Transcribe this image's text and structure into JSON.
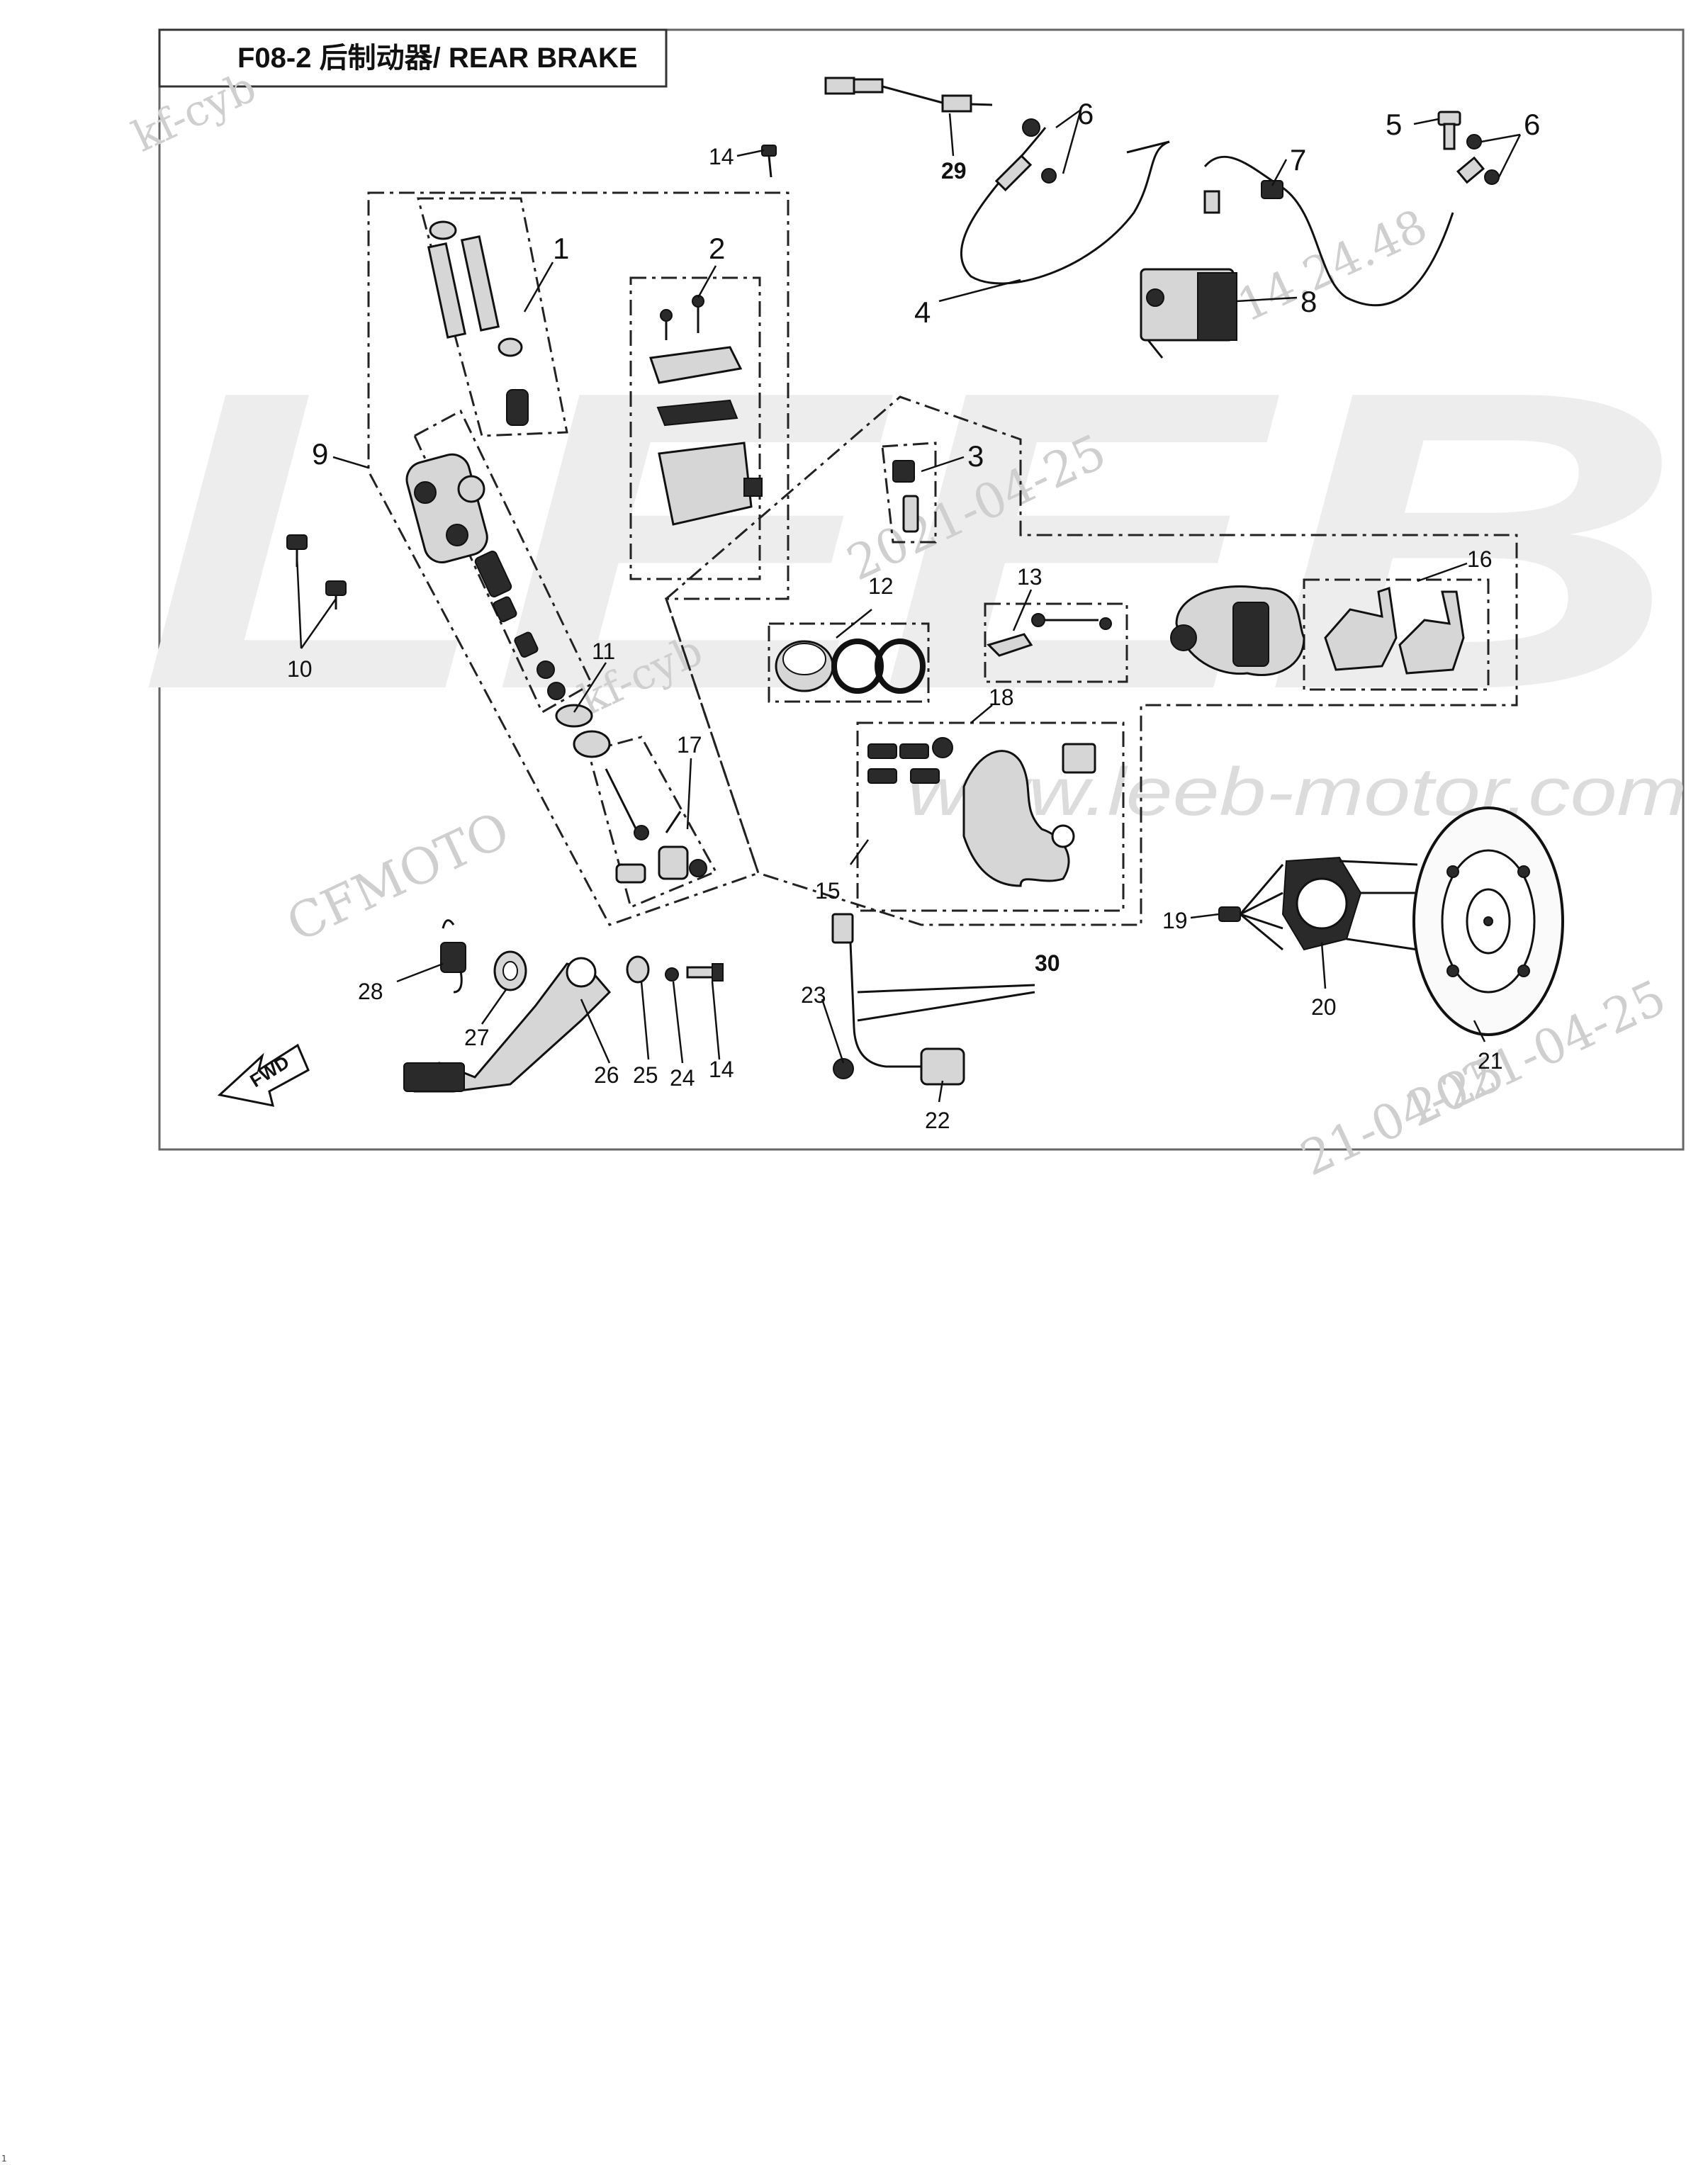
{
  "title": "F08-2 后制动器/ REAR BRAKE",
  "watermarks": {
    "big_logo": "LEEB",
    "kf1": "kf-cyb",
    "kf2": "kf-cyb",
    "date1": "2021-04-25",
    "date2": "2021-04-25",
    "date3": "21-04-25",
    "num": "14.24.48",
    "brand": "CFMOTO",
    "site": "www.leeb-motor.com"
  },
  "fwd_label": "FWD",
  "page_mark": "1",
  "callouts": {
    "n1": "1",
    "n2": "2",
    "n3": "3",
    "n4": "4",
    "n5": "5",
    "n6a": "6",
    "n6b": "6",
    "n7": "7",
    "n8": "8",
    "n9": "9",
    "n10": "10",
    "n11": "11",
    "n12": "12",
    "n13": "13",
    "n14a": "14",
    "n14b": "14",
    "n15": "15",
    "n16": "16",
    "n17": "17",
    "n18": "18",
    "n19": "19",
    "n20": "20",
    "n21": "21",
    "n22": "22",
    "n23": "23",
    "n24": "24",
    "n25": "25",
    "n26": "26",
    "n27": "27",
    "n28": "28",
    "n29": "29",
    "n30": "30"
  }
}
